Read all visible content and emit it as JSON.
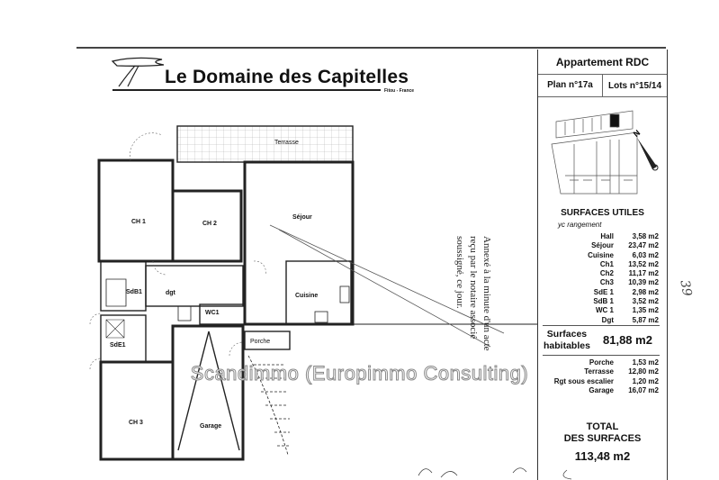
{
  "header": {
    "title": "Le Domaine des Capitelles",
    "subtitle": "Fitou - France"
  },
  "panel": {
    "apartment": "Appartement RDC",
    "plan": "Plan n°17a",
    "lots": "Lots n°15/14",
    "compass_label": "N",
    "surfaces_title": "SURFACES UTILES",
    "surfaces_note": "yc rangement",
    "surfaces": [
      {
        "label": "Hall",
        "value": "3,58 m2"
      },
      {
        "label": "Séjour",
        "value": "23,47 m2"
      },
      {
        "label": "Cuisine",
        "value": "6,03 m2"
      },
      {
        "label": "Ch1",
        "value": "13,52 m2"
      },
      {
        "label": "Ch2",
        "value": "11,17 m2"
      },
      {
        "label": "Ch3",
        "value": "10,39 m2"
      },
      {
        "label": "SdE 1",
        "value": "2,98 m2"
      },
      {
        "label": "SdB 1",
        "value": "3,52 m2"
      },
      {
        "label": "WC 1",
        "value": "1,35 m2"
      },
      {
        "label": "Dgt",
        "value": "5,87 m2"
      }
    ],
    "habitable_label_1": "Surfaces",
    "habitable_label_2": "habitables",
    "habitable_value": "81,88 m2",
    "annexes": [
      {
        "label": "Porche",
        "value": "1,53 m2"
      },
      {
        "label": "Terrasse",
        "value": "12,80 m2"
      },
      {
        "label": "Rgt sous escalier",
        "value": "1,20 m2"
      },
      {
        "label": "Garage",
        "value": "16,07 m2"
      }
    ],
    "total_label_1": "TOTAL",
    "total_label_2": "DES SURFACES",
    "total_value": "113,48 m2"
  },
  "plan": {
    "rooms": {
      "terrasse": "Terrasse",
      "ch1": "CH 1",
      "ch2": "CH 2",
      "sejour": "Séjour",
      "sdb1": "SdB1",
      "dgt": "dgt",
      "wc1": "WC1",
      "cuisine": "Cuisine",
      "sde1": "SdE1",
      "porche": "Porche",
      "ch3": "CH 3",
      "garage": "Garage"
    }
  },
  "annotation": {
    "lines": [
      "Annexé à la minute d'un acte",
      "reçu par le notaire associé",
      "soussigné, ce jour."
    ],
    "page_number": "39"
  },
  "watermark": "Scandimmo (Europimmo Consulting)"
}
